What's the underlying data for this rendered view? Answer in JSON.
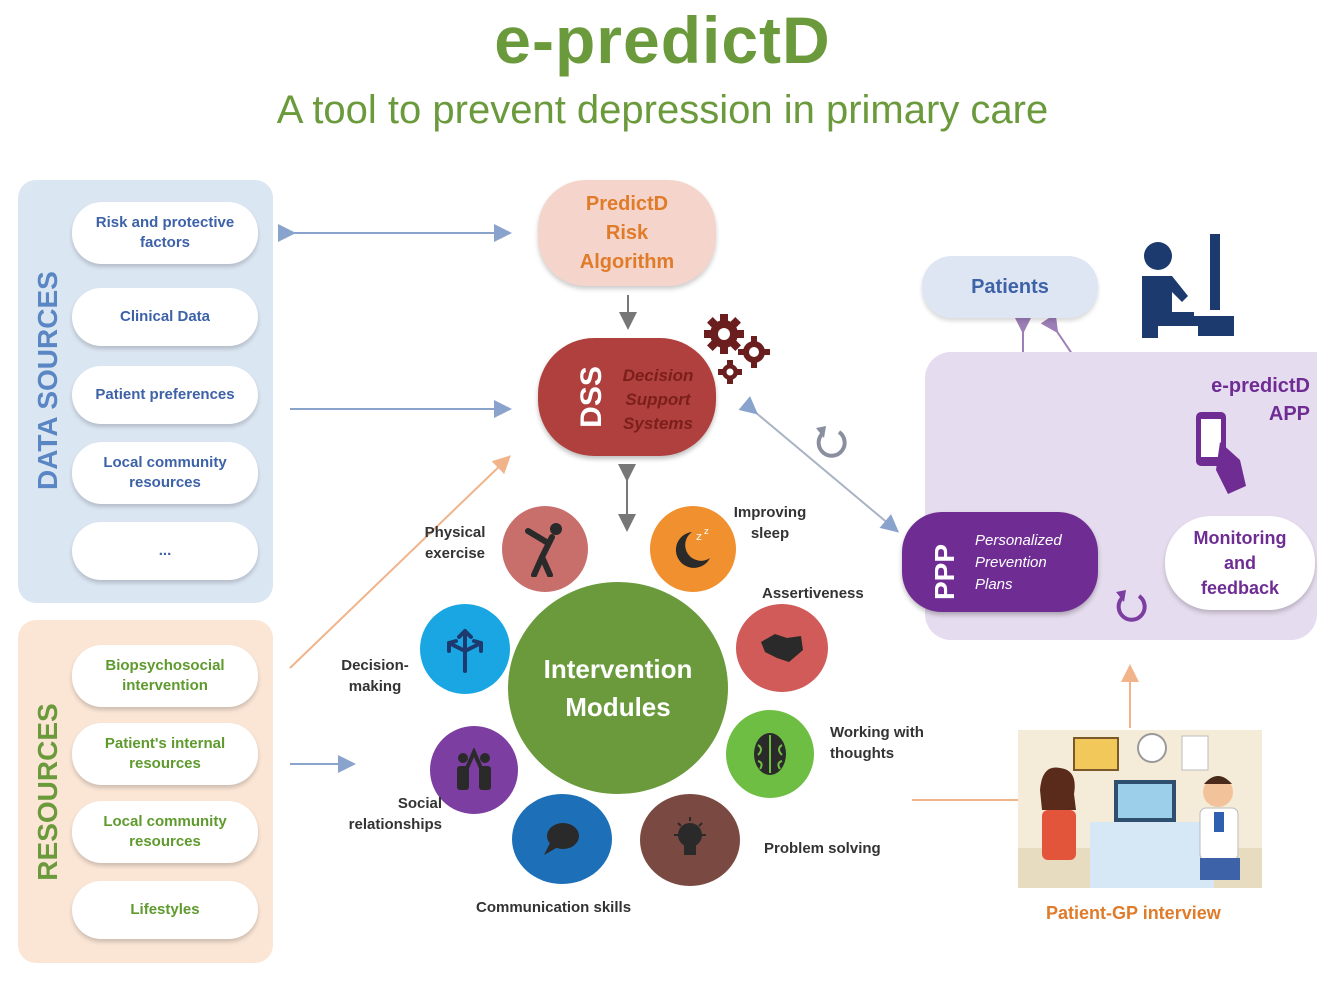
{
  "header": {
    "title": "e-predictD",
    "subtitle": "A tool to prevent depression in primary care"
  },
  "data_sources": {
    "label": "DATA SOURCES",
    "items": [
      "Risk and protective factors",
      "Clinical Data",
      "Patient preferences",
      "Local community resources",
      "..."
    ]
  },
  "resources": {
    "label": "RESOURCES",
    "items": [
      "Biopsychosocial intervention",
      "Patient's internal resources",
      "Local community resources",
      "Lifestyles"
    ]
  },
  "algorithm": {
    "line1": "PredictD",
    "line2": "Risk",
    "line3": "Algorithm"
  },
  "dss": {
    "abbr": "DSS",
    "line1": "Decision",
    "line2": "Support",
    "line3": "Systems"
  },
  "center": {
    "line1": "Intervention",
    "line2": "Modules"
  },
  "modules": {
    "physical": [
      "Physical",
      "exercise"
    ],
    "sleep": [
      "Improving",
      "sleep"
    ],
    "assertiveness": "Assertiveness",
    "decision": [
      "Decision-",
      "making"
    ],
    "thoughts": [
      "Working with",
      "thoughts"
    ],
    "social": [
      "Social",
      "relationships"
    ],
    "problem": "Problem solving",
    "communication": "Communication skills"
  },
  "patients": "Patients",
  "app": {
    "line1": "e-predictD",
    "line2": "APP"
  },
  "ppp": {
    "abbr": "PPP",
    "line1": "Personalized",
    "line2": "Prevention",
    "line3": "Plans"
  },
  "monitoring": {
    "line1": "Monitoring",
    "line2": "and",
    "line3": "feedback"
  },
  "interview": "Patient-GP interview",
  "colors": {
    "green": "#6b9a3c",
    "blue": "#3d62a8",
    "dss_red": "#b0403d",
    "algo_orange": "#e07b2a",
    "purple": "#6f2d94",
    "navy": "#1c3a6e"
  }
}
